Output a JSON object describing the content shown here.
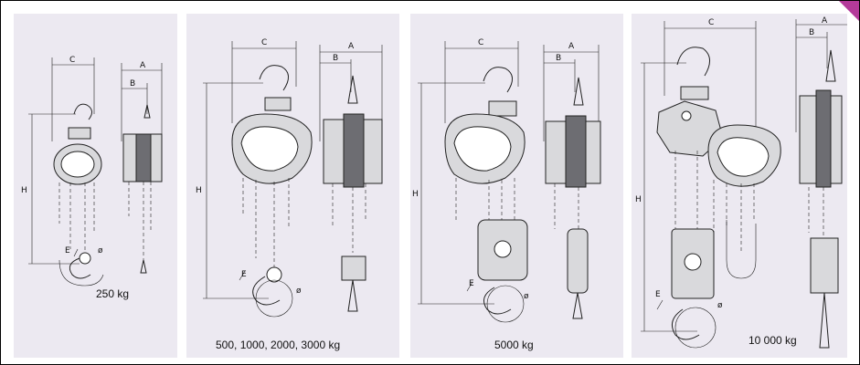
{
  "colors": {
    "panel": "#ece9f1",
    "frame": "#000000",
    "accent": "#b43a9a"
  },
  "dims": {
    "a": "A",
    "b": "B",
    "c": "C",
    "h": "H",
    "e": "E",
    "phi": "ø"
  },
  "panels": [
    {
      "caption": "250 kg"
    },
    {
      "caption": "500, 1000, 2000, 3000 kg"
    },
    {
      "caption": "5000 kg"
    },
    {
      "caption": "10 000 kg"
    }
  ]
}
